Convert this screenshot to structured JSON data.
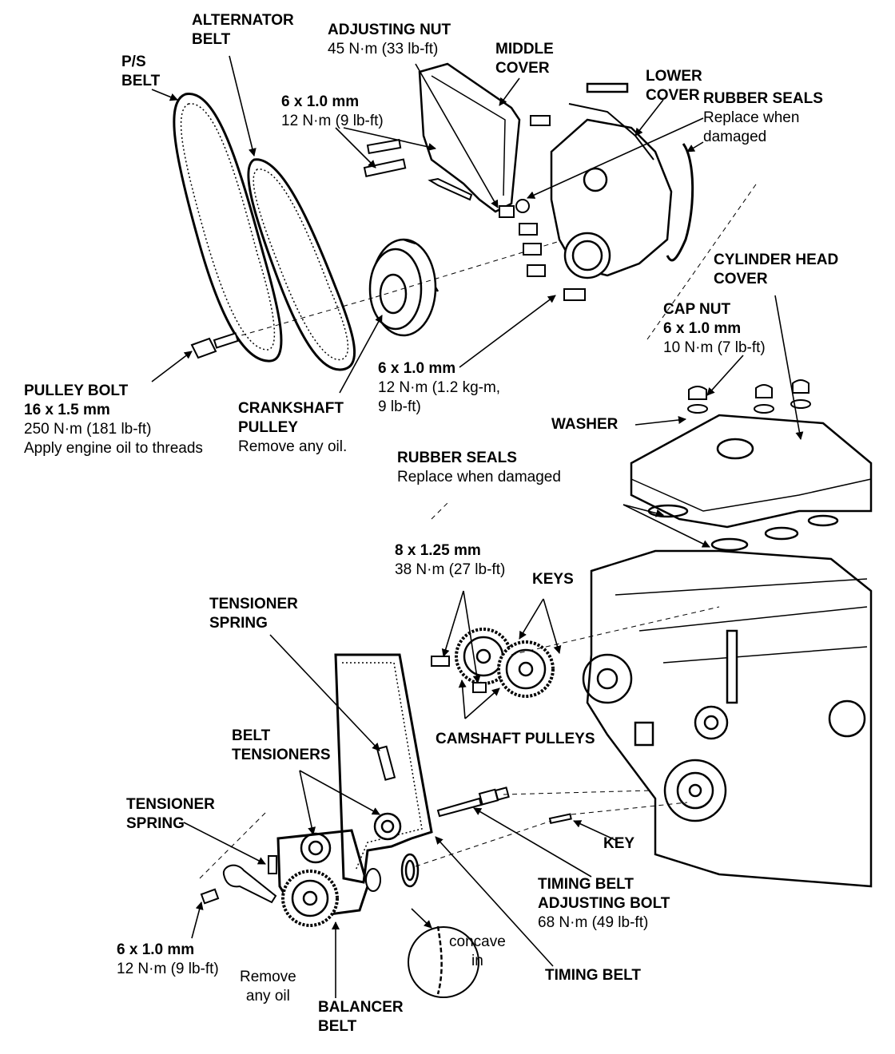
{
  "callouts": {
    "ps_belt": {
      "l1": "P/S",
      "l2": "BELT"
    },
    "alt_belt": {
      "l1": "ALTERNATOR",
      "l2": "BELT"
    },
    "adj_nut": {
      "l1": "ADJUSTING NUT",
      "l2": "45 N·m (33 lb-ft)"
    },
    "middle_cover": {
      "l1": "MIDDLE",
      "l2": "COVER"
    },
    "lower_cover": {
      "l1": "LOWER",
      "l2": "COVER"
    },
    "rubber_top": {
      "l1": "RUBBER SEALS",
      "l2": "Replace when",
      "l3": "damaged"
    },
    "bolt_6x1_top": {
      "l1": "6 x 1.0 mm",
      "l2": "12 N·m (9 lb-ft)"
    },
    "cyl_head_cover": {
      "l1": "CYLINDER HEAD",
      "l2": "COVER"
    },
    "cap_nut": {
      "l1": "CAP NUT",
      "l2": "6 x 1.0 mm",
      "l3": "10 N·m (7 lb-ft)"
    },
    "pulley_bolt": {
      "l1": "PULLEY BOLT",
      "l2": "16 x 1.5 mm",
      "l3": "250 N·m (181 lb-ft)",
      "l4": "Apply engine oil to threads"
    },
    "crank_pulley": {
      "l1": "CRANKSHAFT",
      "l2": "PULLEY",
      "l3": "Remove any oil."
    },
    "bolt_6x1_mid": {
      "l1": "6 x 1.0 mm",
      "l2": "12 N·m (1.2 kg-m,",
      "l3": "9 lb-ft)"
    },
    "washer": {
      "l1": "WASHER"
    },
    "rubber_mid": {
      "l1": "RUBBER SEALS",
      "l2": "Replace when damaged"
    },
    "bolt_8x125": {
      "l1": "8 x 1.25 mm",
      "l2": "38 N·m (27 lb-ft)"
    },
    "keys": {
      "l1": "KEYS"
    },
    "tens_spring_top": {
      "l1": "TENSIONER",
      "l2": "SPRING"
    },
    "cam_pulleys": {
      "l1": "CAMSHAFT PULLEYS"
    },
    "belt_tensioners": {
      "l1": "BELT",
      "l2": "TENSIONERS"
    },
    "tens_spring_low": {
      "l1": "TENSIONER",
      "l2": "SPRING"
    },
    "key": {
      "l1": "KEY"
    },
    "tb_adj_bolt": {
      "l1": "TIMING BELT",
      "l2": "ADJUSTING BOLT",
      "l3": "68 N·m (49 lb-ft)"
    },
    "concave": {
      "l1": "concave",
      "l2": "in"
    },
    "bolt_6x1_low": {
      "l1": "6 x 1.0 mm",
      "l2": "12 N·m (9 lb-ft)"
    },
    "remove_oil": {
      "l1": "Remove",
      "l2": "any oil"
    },
    "timing_belt": {
      "l1": "TIMING BELT"
    },
    "balancer_belt": {
      "l1": "BALANCER",
      "l2": "BELT"
    }
  }
}
